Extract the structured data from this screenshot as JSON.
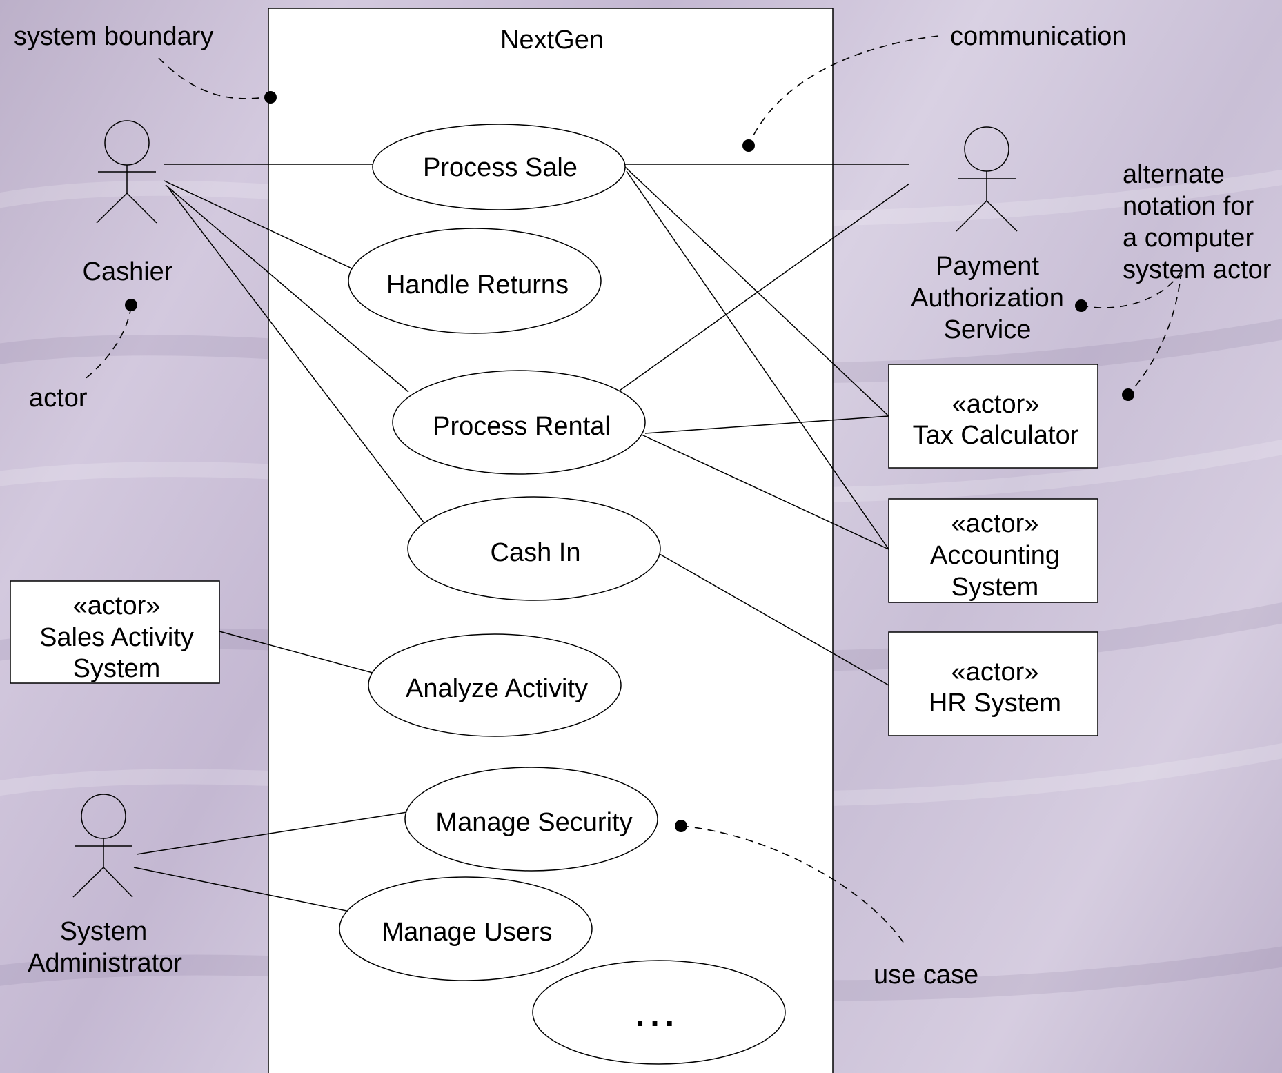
{
  "system": {
    "name": "NextGen"
  },
  "use_cases": {
    "process_sale": "Process Sale",
    "handle_returns": "Handle Returns",
    "process_rental": "Process Rental",
    "cash_in": "Cash In",
    "analyze_activity": "Analyze Activity",
    "manage_security": "Manage Security",
    "manage_users": "Manage Users",
    "more": "..."
  },
  "actors": {
    "cashier": "Cashier",
    "payment": [
      "Payment",
      "Authorization",
      "Service"
    ],
    "sys_admin": [
      "System",
      "Administrator"
    ]
  },
  "system_actors": {
    "stereotype": "«actor»",
    "tax": [
      "Tax Calculator"
    ],
    "accounting": [
      "Accounting",
      "System"
    ],
    "hr": [
      "HR System"
    ],
    "sales": [
      "Sales Activity",
      "System"
    ]
  },
  "annotations": {
    "system_boundary": "system boundary",
    "communication": "communication",
    "actor": "actor",
    "alternate": [
      "alternate",
      "notation for",
      "a computer",
      "system actor"
    ],
    "use_case": "use case"
  }
}
